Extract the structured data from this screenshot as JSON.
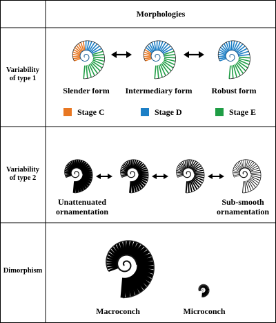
{
  "header": "Morphologies",
  "rows": {
    "type1": {
      "label_line1": "Variability",
      "label_line2": "of type 1",
      "captions": [
        "Slender form",
        "Intermediary form",
        "Robust form"
      ],
      "legend": [
        {
          "label": "Stage C",
          "color": "#e87722"
        },
        {
          "label": "Stage D",
          "color": "#1c7fc6"
        },
        {
          "label": "Stage E",
          "color": "#1f9d45"
        }
      ]
    },
    "type2": {
      "label_line1": "Variability",
      "label_line2": "of type 2",
      "left_line1": "Unattenuated",
      "left_line2": "ornamentation",
      "right_line1": "Sub-smooth",
      "right_line2": "ornamentation"
    },
    "dimorphism": {
      "label": "Dimorphism",
      "macro": "Macroconch",
      "micro": "Microconch"
    }
  },
  "icons": {
    "shell": "ammonite-shell-icon",
    "arrow": "double-arrow-icon"
  }
}
